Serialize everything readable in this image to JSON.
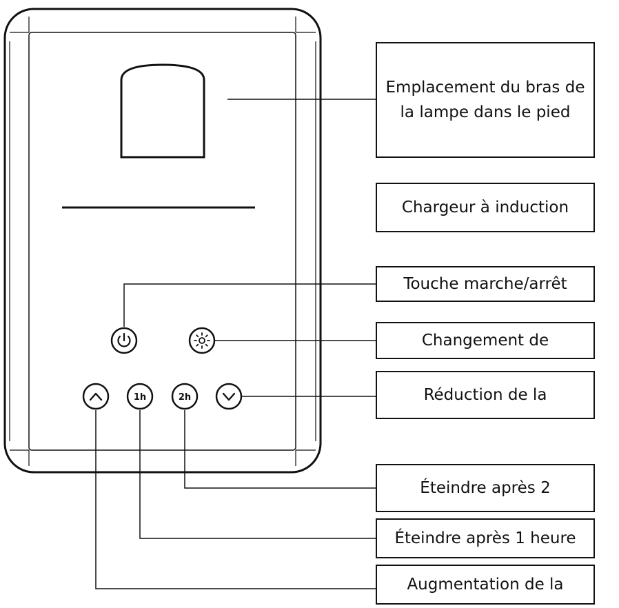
{
  "callouts": {
    "arm_slot": "Emplacement du bras de la lampe dans le pied",
    "induction_charger": "Chargeur à induction",
    "power_button": "Touche marche/arrêt",
    "mode_change": "Changement de",
    "brightness_down": "Réduction de la",
    "off_after_2h": "Éteindre après 2",
    "off_after_1h": "Éteindre après 1 heure",
    "brightness_up": "Augmentation de la"
  },
  "buttons": {
    "timer_1h": "1h",
    "timer_2h": "2h"
  },
  "colors": {
    "stroke": "#111111",
    "background": "#ffffff"
  }
}
